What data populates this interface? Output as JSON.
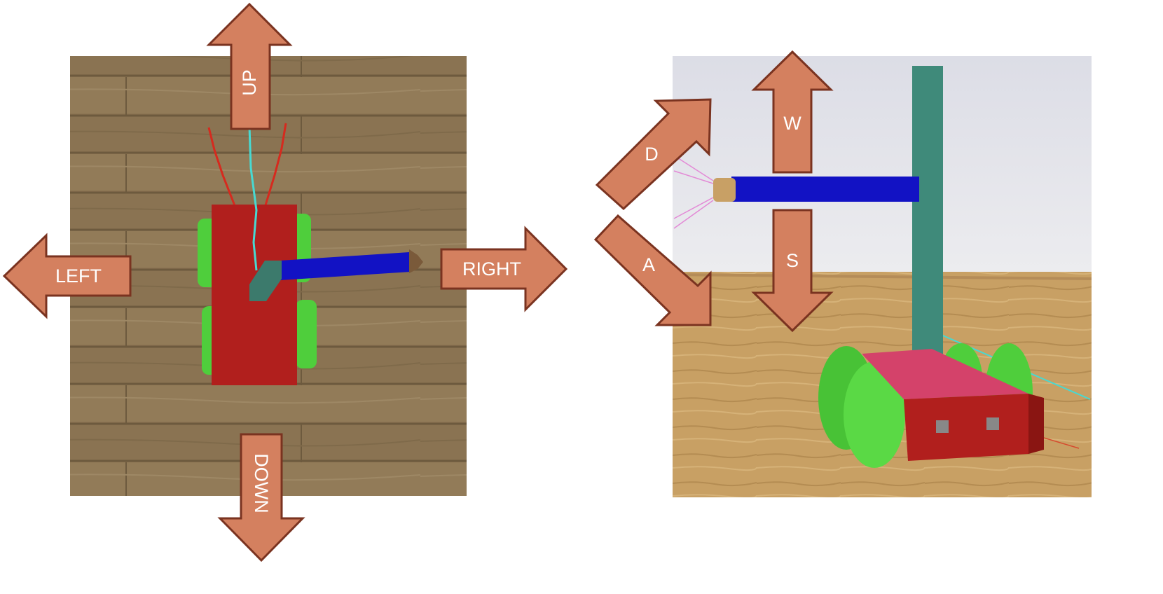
{
  "colors": {
    "arrow_fill": "#d4805f",
    "arrow_stroke": "#7a3320",
    "floor": "#8a7352",
    "wall": "#e3e3ea",
    "robot_body": "#b11f1d",
    "robot_wheels": "#4fce3c",
    "robot_arm": "#1212c4",
    "mast": "#3f8a7a",
    "sensor_ray": "#47d9d2",
    "whisker": "#d62a1e",
    "arm_tip": "#c8a065"
  },
  "top_view": {
    "arrows": {
      "up": "UP",
      "down": "DOWN",
      "left": "LEFT",
      "right": "RIGHT"
    }
  },
  "side_view": {
    "arrows": {
      "w": "W",
      "s": "S",
      "a": "A",
      "d": "D"
    }
  }
}
